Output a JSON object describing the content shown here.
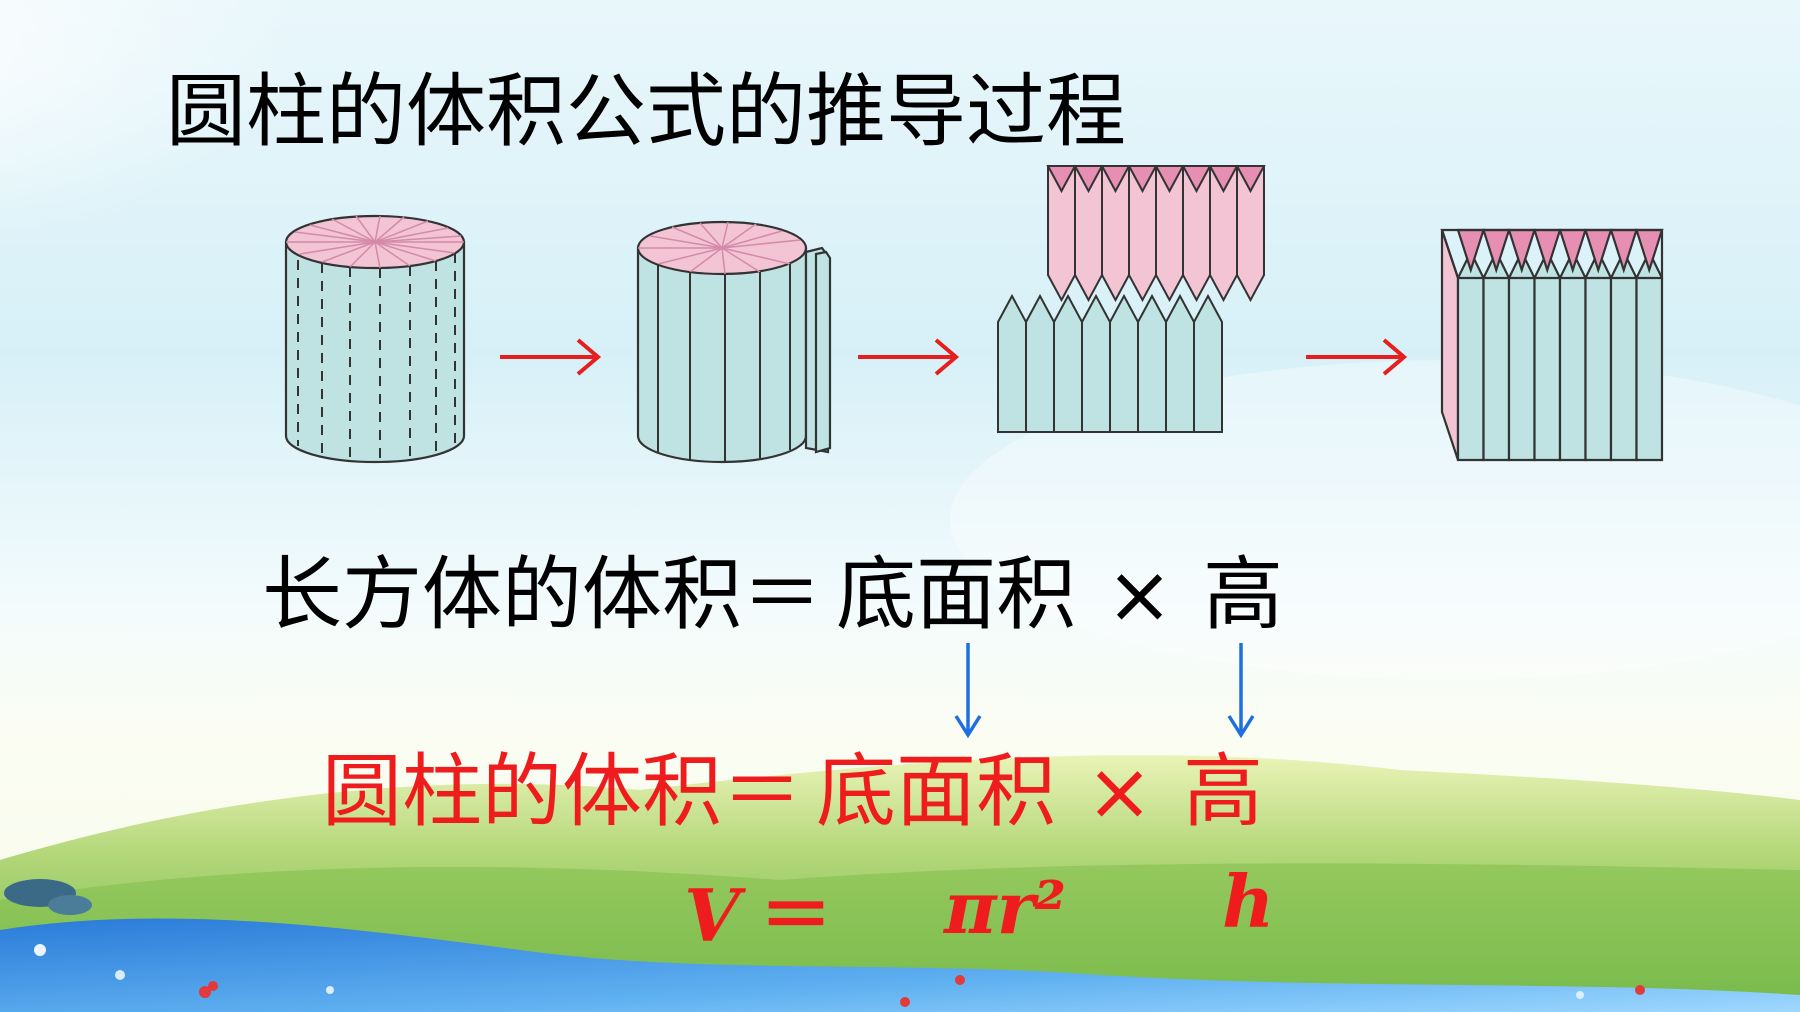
{
  "title": "圆柱的体积公式的推导过程",
  "cuboid_formula": {
    "lhs": "长方体的体积",
    "eq": "＝",
    "base": "底面积",
    "times": "×",
    "height": "高"
  },
  "cylinder_formula": {
    "lhs": "圆柱的体积",
    "eq": "＝",
    "base": "底面积",
    "times": "×",
    "height": "高"
  },
  "symbolic": {
    "v": "V",
    "eq": "＝",
    "base": "πr²",
    "height": "h"
  },
  "colors": {
    "cyan_fill": "#bfe3e3",
    "pink_fill": "#f2c4d4",
    "pink_dark": "#e78fb3",
    "arrow_red": "#e61e1e",
    "arrow_blue": "#1f6fe0",
    "text_black": "#000000",
    "text_red": "#ee1c1c"
  }
}
